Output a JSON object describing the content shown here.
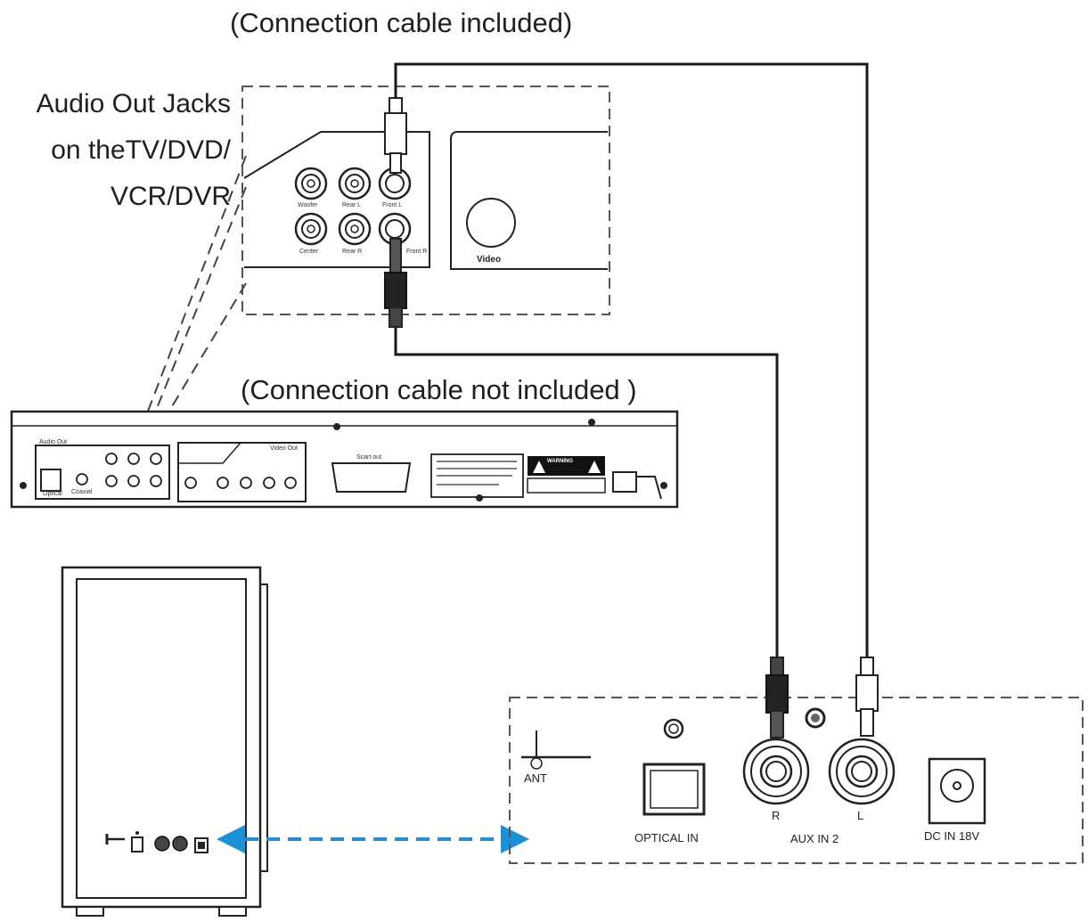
{
  "captions": {
    "top": "(Connection cable  included)",
    "middle": "(Connection cable  not included  )"
  },
  "source_label": {
    "line1": "Audio Out Jacks",
    "line2": "on theTV/DVD/",
    "line3": "VCR/DVR"
  },
  "jack_labels": {
    "woofer": "Woofer",
    "rear_l": "Rear L",
    "front_l": "Front L",
    "center": "Center",
    "rear_r": "Rear R",
    "front_r": "Front R",
    "video": "Video"
  },
  "player_panel": {
    "audio_out": "Audio Out",
    "video_out": "Video Out",
    "scart_out": "Scart out",
    "coaxial": "Coaxial",
    "optical": "Optical",
    "warning": "WARNING"
  },
  "receiver_panel": {
    "ant": "ANT",
    "optical_in": "OPTICAL  IN",
    "aux_in_2": "AUX IN 2",
    "r": "R",
    "l": "L",
    "dc_in": "DC IN 18V"
  },
  "colors": {
    "line": "#1a1a1a",
    "dashed_border": "#555555",
    "wireless_link": "#1e90d8"
  }
}
